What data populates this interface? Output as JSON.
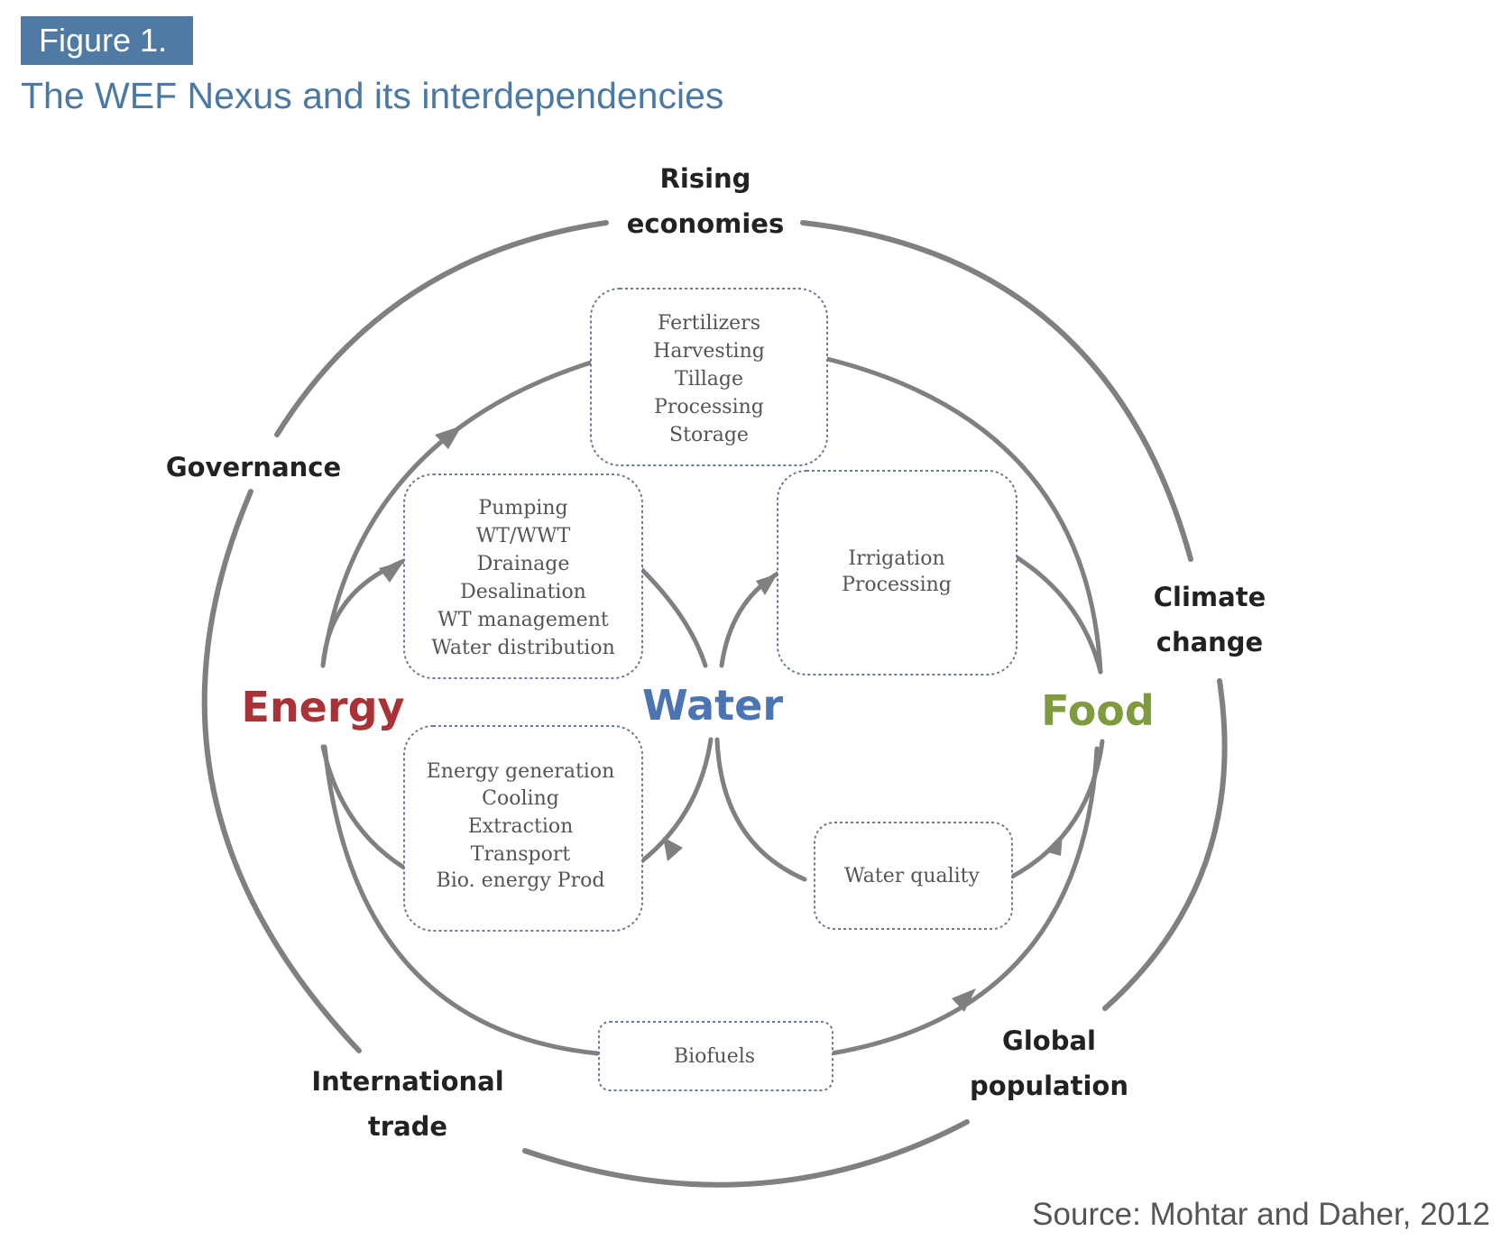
{
  "figure": {
    "label": "Figure 1.",
    "title": "The WEF Nexus and its interdependencies",
    "source": "Source: Mohtar and Daher, 2012"
  },
  "drivers": {
    "rising": [
      "Rising",
      "economies"
    ],
    "governance": [
      "Governance"
    ],
    "climate": [
      "Climate",
      "change"
    ],
    "global": [
      "Global",
      "population"
    ],
    "trade": [
      "International",
      "trade"
    ]
  },
  "nodes": {
    "energy": "Energy",
    "water": "Water",
    "food": "Food"
  },
  "boxes": {
    "agri": [
      "Fertilizers",
      "Harvesting",
      "Tillage",
      "Processing",
      "Storage"
    ],
    "water_energy": [
      "Pumping",
      "WT/WWT",
      "Drainage",
      "Desalination",
      "WT management",
      "Water distribution"
    ],
    "irrigation": [
      "Irrigation",
      "Processing"
    ],
    "energy_water": [
      "Energy generation",
      "Cooling",
      "Extraction",
      "Transport",
      "Bio. energy Prod"
    ],
    "quality": [
      "Water quality"
    ],
    "biofuels": [
      "Biofuels"
    ]
  },
  "colors": {
    "badge": "#4e7aa3",
    "title": "#4b79a6",
    "energy": "#a83236",
    "water": "#4a74b2",
    "food": "#7f9a3f",
    "arrows": "#808080"
  }
}
